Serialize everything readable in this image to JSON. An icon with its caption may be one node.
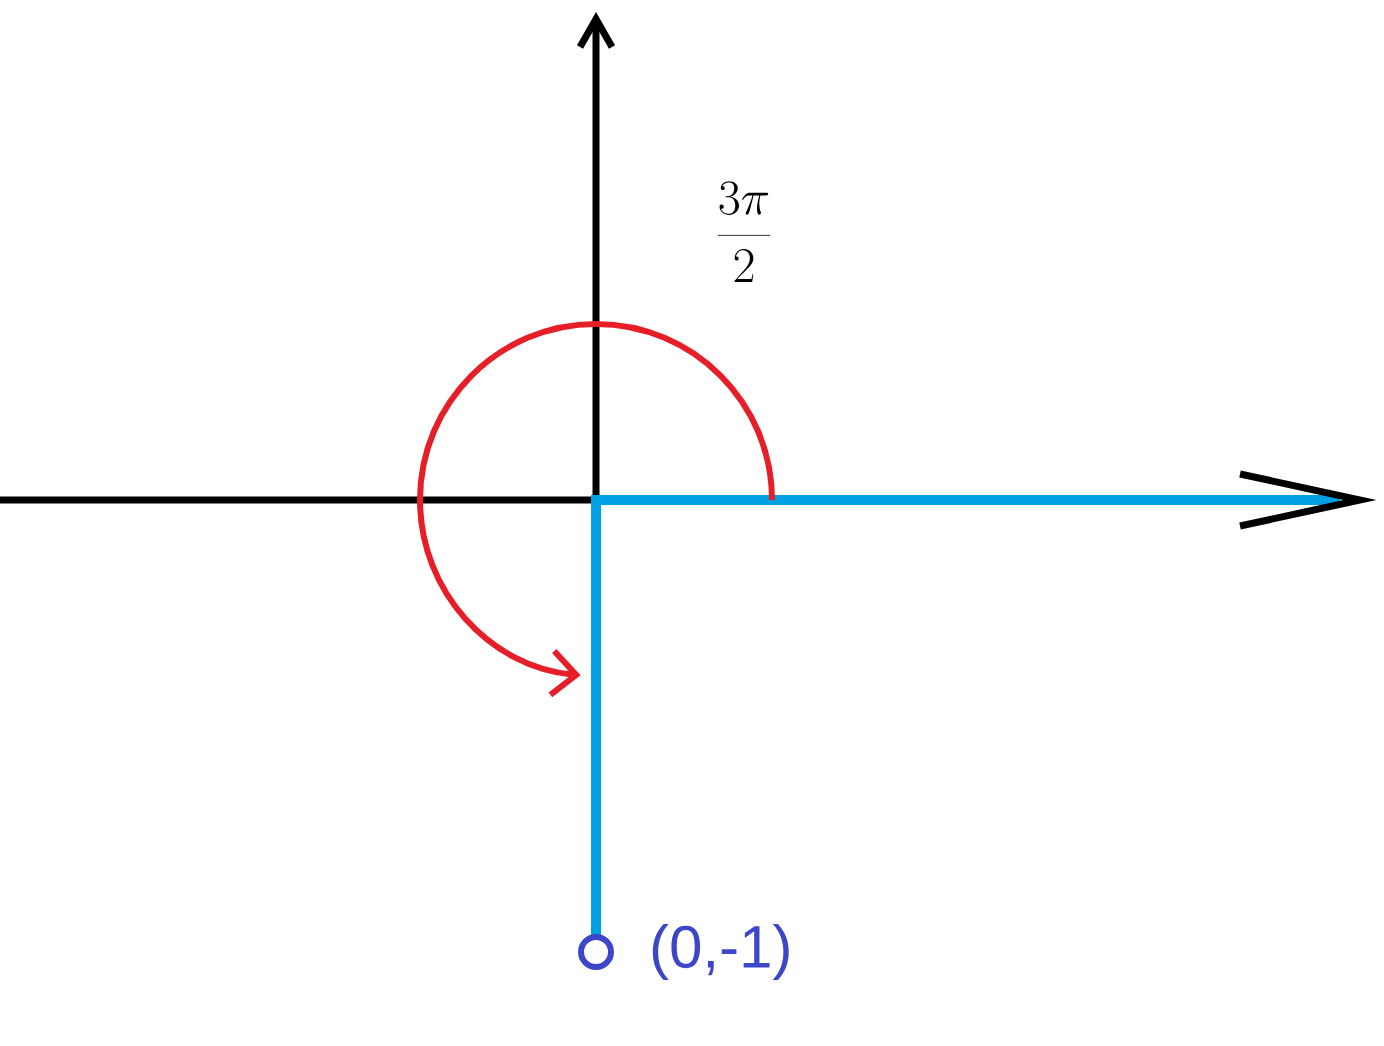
{
  "diagram": {
    "nodes": [
      {
        "text": [],
        "shape": "circle",
        "beside": [
          "(0,-1)"
        ]
      }
    ],
    "labels": [
      "\\frac{3\\pi}{2}"
    ]
  }
}
